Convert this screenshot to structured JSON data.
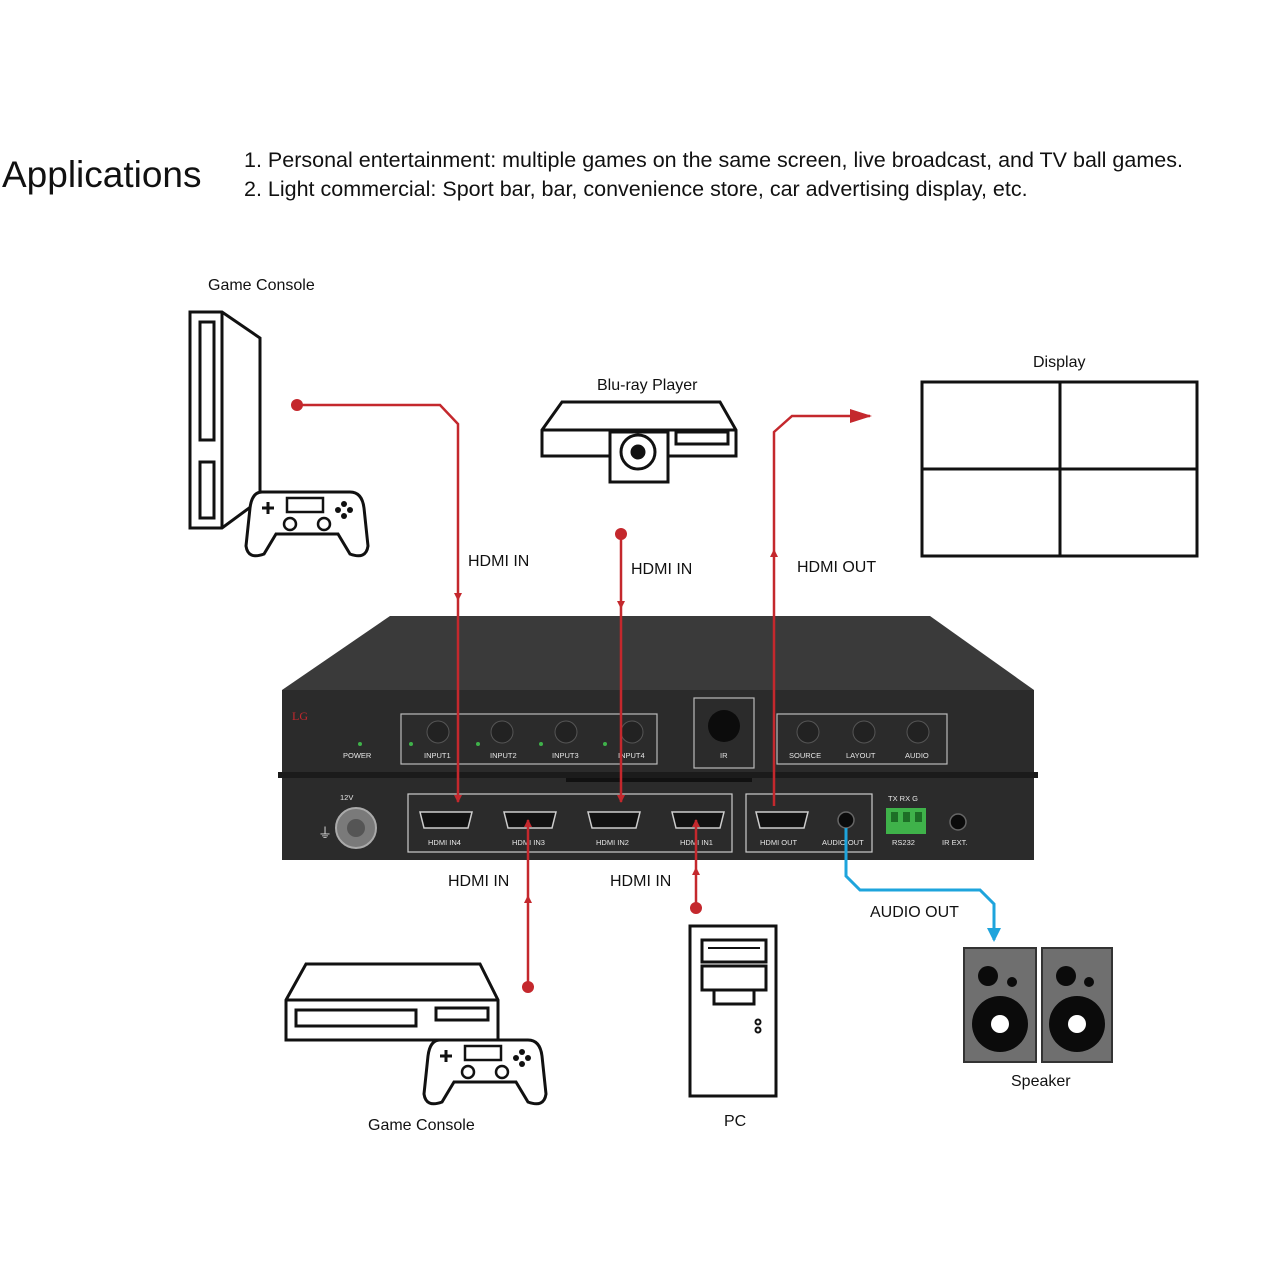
{
  "header": {
    "title": "Applications",
    "items": [
      "1. Personal entertainment: multiple games on the same screen, live broadcast, and TV ball games.",
      "2. Light commercial: Sport bar, bar, convenience store, car advertising display, etc."
    ]
  },
  "devices": {
    "game_console_top": "Game Console",
    "bluray": "Blu-ray Player",
    "display": "Display",
    "game_console_bottom": "Game Console",
    "pc": "PC",
    "speaker": "Speaker"
  },
  "connections": {
    "hdmi_in_1": "HDMI IN",
    "hdmi_in_2": "HDMI IN",
    "hdmi_out": "HDMI OUT",
    "hdmi_in_3": "HDMI IN",
    "hdmi_in_4": "HDMI IN",
    "audio_out": "AUDIO OUT"
  },
  "front_panel": {
    "power": "POWER",
    "inputs": [
      "INPUT1",
      "INPUT2",
      "INPUT3",
      "INPUT4"
    ],
    "ir": "IR",
    "buttons": [
      "SOURCE",
      "LAYOUT",
      "AUDIO"
    ]
  },
  "rear_panel": {
    "power_in": "12V",
    "ports": [
      "HDMI IN4",
      "HDMI IN3",
      "HDMI IN2",
      "HDMI IN1"
    ],
    "hdmi_out": "HDMI OUT",
    "audio_out": "AUDIO OUT",
    "rs232_pins": "TX RX G",
    "rs232": "RS232",
    "ir_ext": "IR EXT."
  },
  "colors": {
    "hdmi_line": "#c4282d",
    "audio_line": "#1ea4dc",
    "device_body": "#2b2b2b",
    "terminal": "#3fb24a"
  }
}
